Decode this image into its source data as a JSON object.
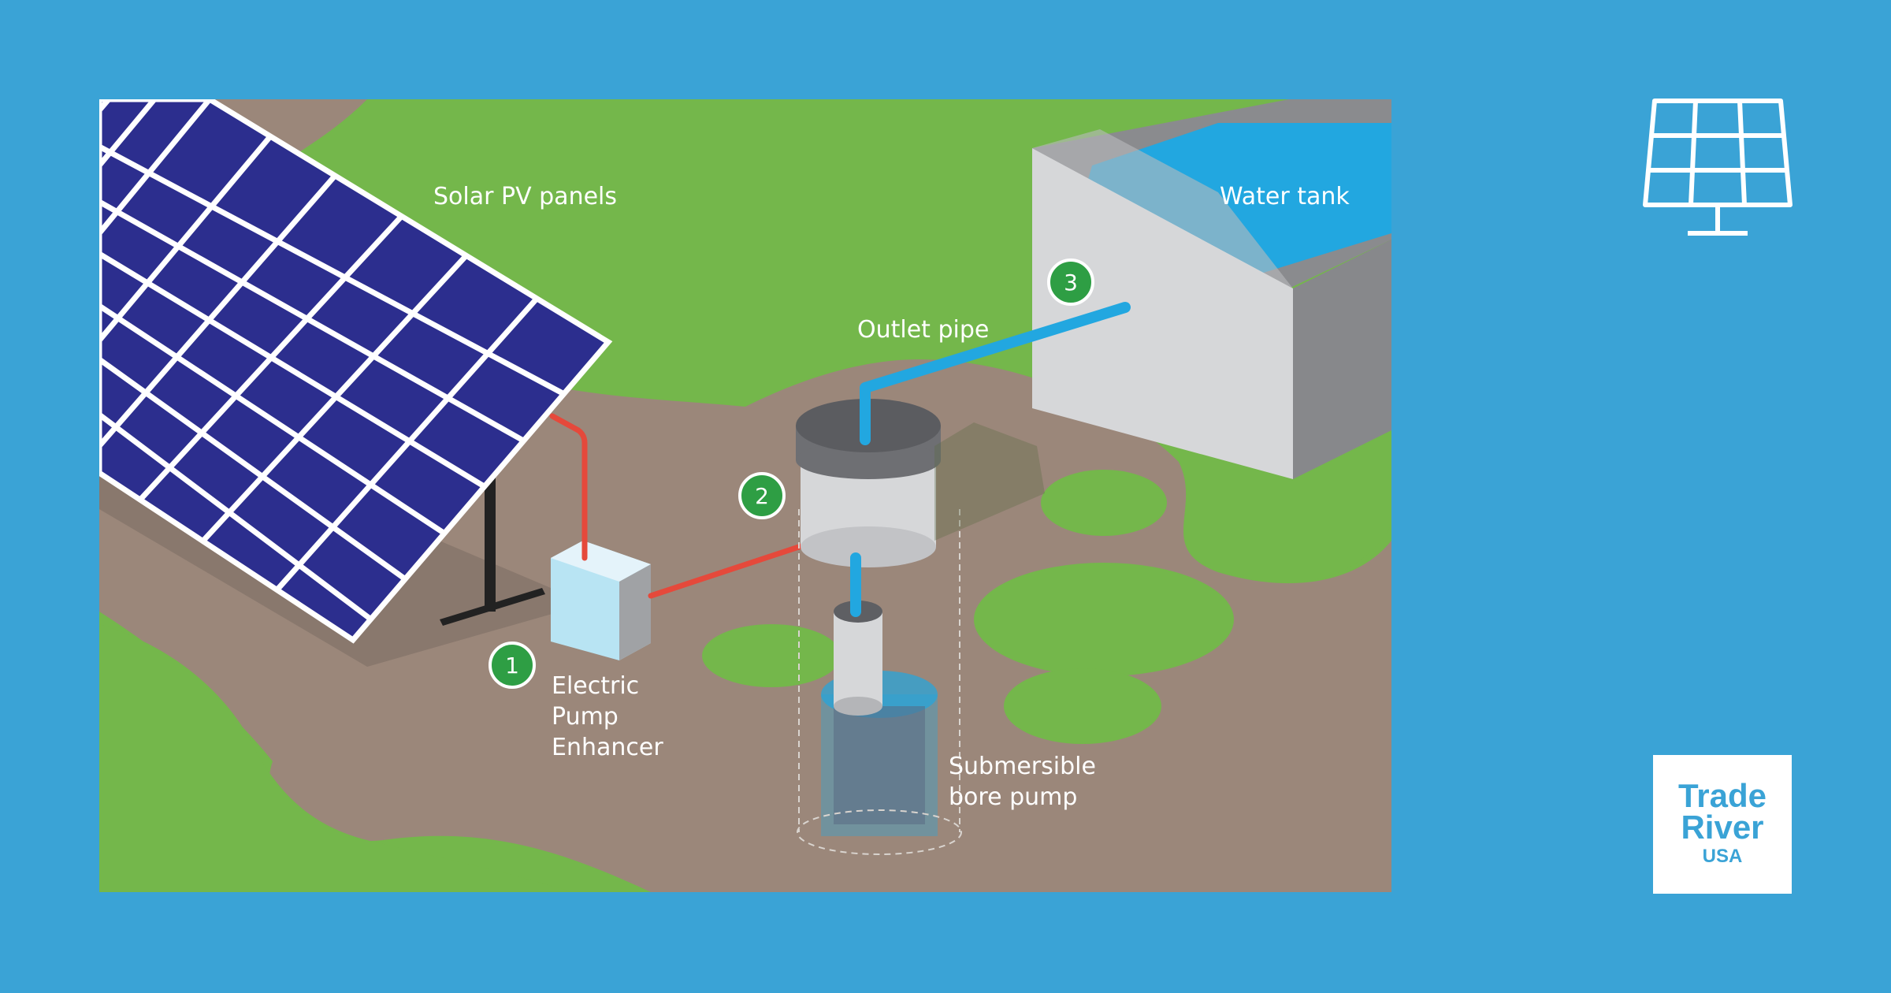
{
  "labels": {
    "solar_panels": "Solar PV panels",
    "water_tank": "Water tank",
    "outlet_pipe": "Outlet pipe",
    "pump_enhancer_line1": "Electric",
    "pump_enhancer_line2": "Pump",
    "pump_enhancer_line3": "Enhancer",
    "bore_pump_line1": "Submersible",
    "bore_pump_line2": "bore pump"
  },
  "badges": {
    "one": "1",
    "two": "2",
    "three": "3"
  },
  "logo": {
    "line1": "Trade",
    "line2": "River",
    "line3": "USA"
  },
  "colors": {
    "page_background": "#3aa3d6",
    "grass": "#74b74b",
    "soil": "#9b877a",
    "solar_panel": "#2c2e8e",
    "water": "#22a7e0",
    "wire": "#e5493b",
    "badge": "#2e9e44"
  },
  "icons": {
    "brand_icon": "solar-panel-icon"
  }
}
